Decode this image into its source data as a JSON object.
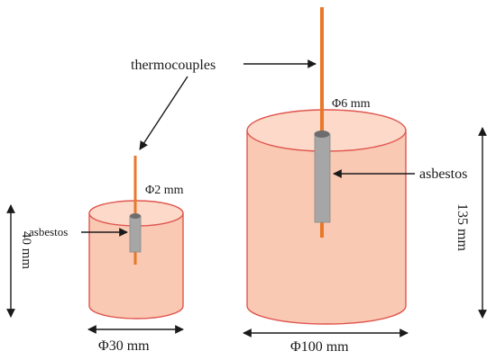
{
  "labels": {
    "thermocouples": "thermocouples",
    "large_diameter_tc": "Φ6 mm",
    "small_diameter_tc": "Φ2 mm",
    "asbestos_large": "asbestos",
    "asbestos_small": "asbestos",
    "small_height": "40 mm",
    "large_height": "135 mm",
    "small_diameter": "Φ30 mm",
    "large_diameter": "Φ100 mm"
  },
  "colors": {
    "cylinder_fill": "#f9c9b3",
    "cylinder_top": "#fcd9c9",
    "cylinder_stroke": "#e0564f",
    "thermocouple": "#e8782a",
    "asbestos": "#a6a6a6",
    "asbestos_dark": "#6d6d6d",
    "arrow": "#1a1a1a"
  }
}
